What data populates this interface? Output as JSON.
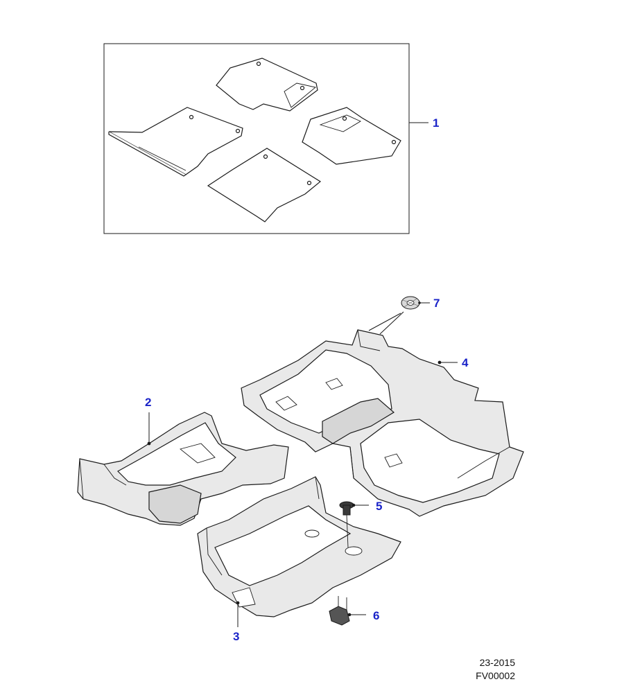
{
  "diagram": {
    "callout_color": "#1a23c8",
    "line_color": "#1a1a1a",
    "part_fill": "#e9e9e9",
    "callouts": [
      {
        "id": "1",
        "label": "1"
      },
      {
        "id": "2",
        "label": "2"
      },
      {
        "id": "3",
        "label": "3"
      },
      {
        "id": "4",
        "label": "4"
      },
      {
        "id": "5",
        "label": "5"
      },
      {
        "id": "6",
        "label": "6"
      },
      {
        "id": "7",
        "label": "7"
      }
    ]
  },
  "footer": {
    "date": "23-2015",
    "code": "FV00002"
  }
}
